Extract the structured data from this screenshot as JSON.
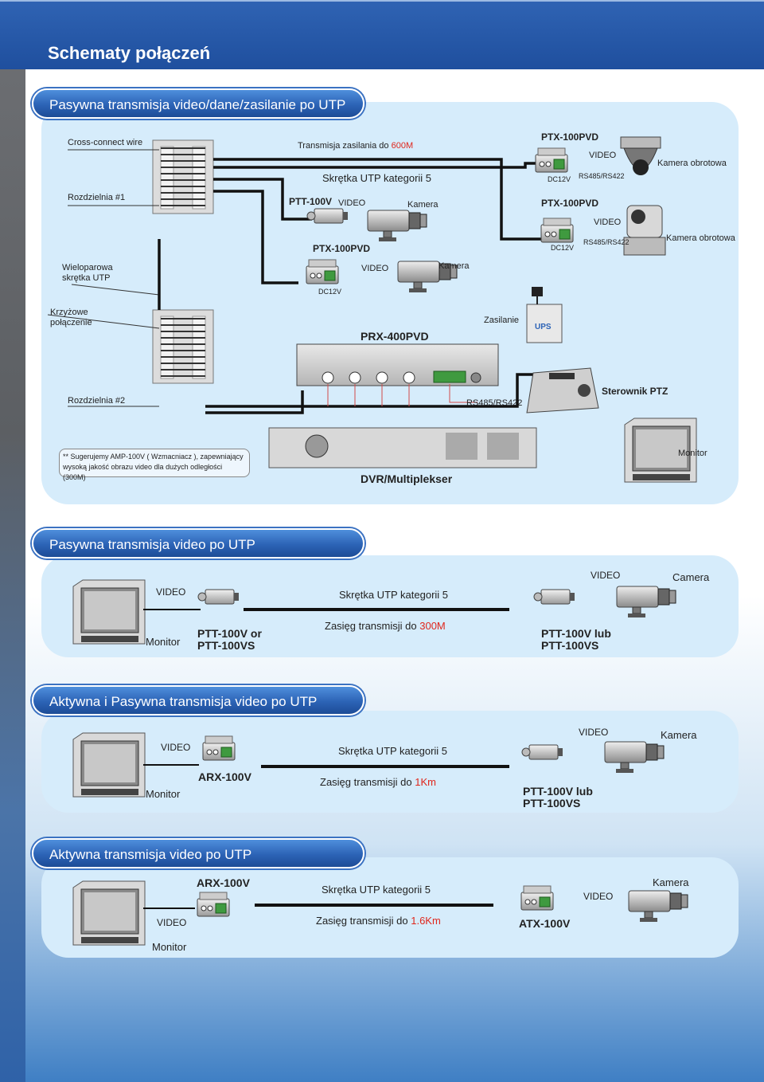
{
  "page": {
    "title": "Schematy połączeń"
  },
  "colors": {
    "accent": "#2c63b6",
    "panel": "#d6ecfb",
    "highlight": "#e0261c",
    "cable": "#111111"
  },
  "section1": {
    "title": "Pasywna transmisja video/dane/zasilanie po UTP",
    "cross_connect": "Cross-connect wire",
    "power_transmission": "Transmisja zasilania do",
    "power_distance": "600M",
    "utp_cat5": "Skrętka UTP kategorii 5",
    "distributor1": "Rozdzielnia #1",
    "distributor2": "Rozdzielnia #2",
    "multipair": "Wieloparowa skrętka UTP",
    "cross_connection": "Krzyżowe połączenie",
    "ptt100v": "PTT-100V",
    "ptx100pvd_a": "PTX-100PVD",
    "ptx100pvd_b": "PTX-100PVD",
    "ptx100pvd_c": "PTX-100PVD",
    "video_a": "VIDEO",
    "video_b": "VIDEO",
    "video_c": "VIDEO",
    "video_d": "VIDEO",
    "camera_a": "Kamera",
    "camera_b": "Kamera",
    "dome_camera": "Kamera obrotowa",
    "ptz_camera": "Kamera obrotowa",
    "dc12v_a": "DC12V",
    "dc12v_b": "DC12V",
    "dc12v_c": "DC12V",
    "rs485_a": "RS485/RS422",
    "rs485_b": "RS485/RS422",
    "rs485_c": "RS485/RS422",
    "prx": "PRX-400PVD",
    "power": "Zasilanie",
    "ups": "UPS",
    "ptz_controller": "Sterownik PTZ",
    "note": "** Sugerujemy AMP-100V ( Wzmacniacz ), zapewniający wysoką jakość obrazu video dla dużych odległości (300M)",
    "dvr": "DVR/Multiplekser",
    "monitor": "Monitor"
  },
  "section2": {
    "title": "Pasywna transmisja video po UTP",
    "video_left": "VIDEO",
    "video_right": "VIDEO",
    "utp": "Skrętka UTP kategorii 5",
    "camera": "Camera",
    "monitor": "Monitor",
    "ptt_left_1": "PTT-100V or",
    "ptt_left_2": "PTT-100VS",
    "range_label": "Zasięg transmisji do",
    "range_value": "300M",
    "ptt_right_1": "PTT-100V lub",
    "ptt_right_2": "PTT-100VS"
  },
  "section3": {
    "title": "Aktywna i Pasywna transmisja video po UTP",
    "video_left": "VIDEO",
    "video_right": "VIDEO",
    "utp": "Skrętka UTP kategorii 5",
    "camera": "Kamera",
    "monitor": "Monitor",
    "arx": "ARX-100V",
    "range_label": "Zasięg transmisji do",
    "range_value": "1Km",
    "ptt_right_1": "PTT-100V lub",
    "ptt_right_2": "PTT-100VS"
  },
  "section4": {
    "title": "Aktywna transmisja video po UTP",
    "arx": "ARX-100V",
    "utp": "Skrętka UTP kategorii 5",
    "camera": "Kamera",
    "video_left": "VIDEO",
    "video_right": "VIDEO",
    "range_label": "Zasięg transmisji do",
    "range_value": "1.6Km",
    "atx": "ATX-100V",
    "monitor": "Monitor"
  }
}
